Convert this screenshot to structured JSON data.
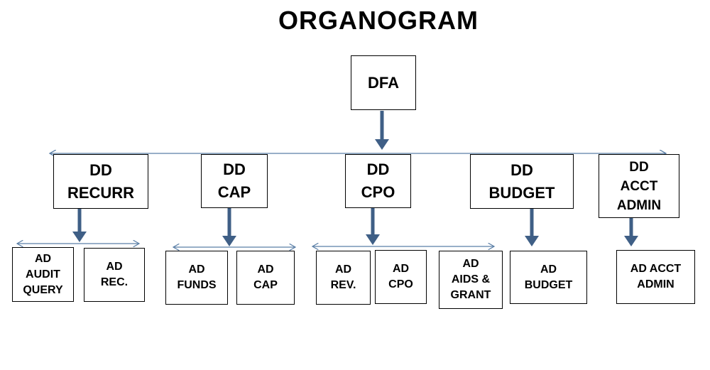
{
  "title": "ORGANOGRAM",
  "root": "DFA",
  "deputies": [
    {
      "label": "DD\nRECURR",
      "subs": [
        "AD\nAUDIT\nQUERY",
        "AD\nREC."
      ]
    },
    {
      "label": "DD\nCAP",
      "subs": [
        "AD\nFUNDS",
        "AD\nCAP"
      ]
    },
    {
      "label": "DD\nCPO",
      "subs": [
        "AD\nREV.",
        "AD\nCPO",
        "AD\nAIDS &\nGRANT"
      ]
    },
    {
      "label": "DD\nBUDGET",
      "subs": [
        "AD\nBUDGET"
      ]
    },
    {
      "label": "DD\nACCT\nADMIN",
      "subs": [
        "AD ACCT\nADMIN"
      ]
    }
  ],
  "colors": {
    "thin_line": "#5b7fa6",
    "thick_arrow": "#3f5f86"
  }
}
